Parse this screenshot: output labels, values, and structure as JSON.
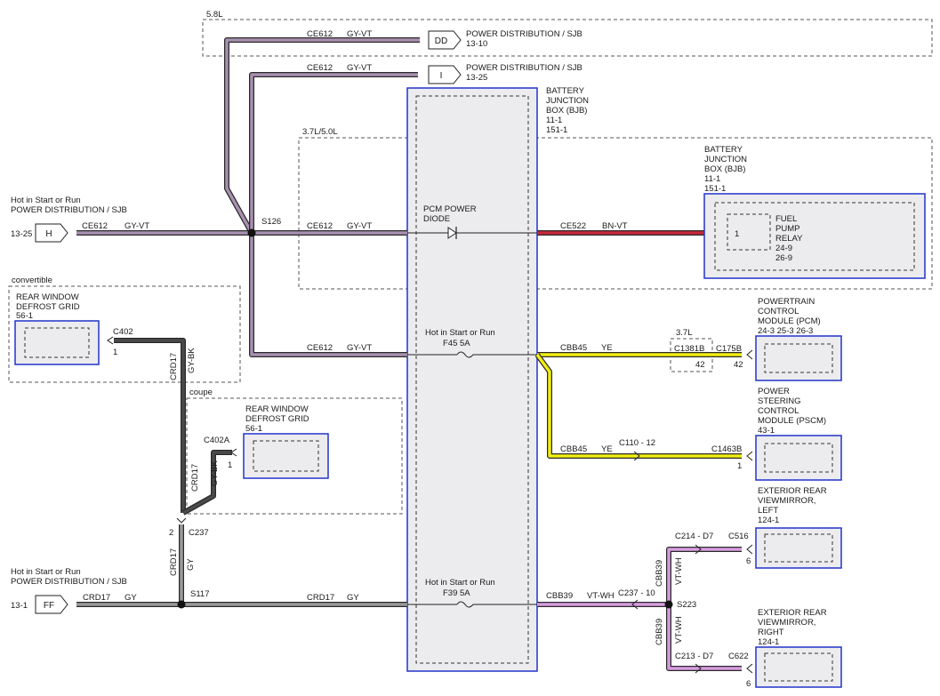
{
  "colors": {
    "gy_vt": "#a890b0",
    "gy": "#9a9a9a",
    "gy_bk": "#4a4a4a",
    "bn_vt": "#c8283c",
    "ye": "#f2ee10",
    "vt_wh": "#d79ce0",
    "module_border": "#2233cc",
    "module_fill": "#ececee"
  },
  "labels": {
    "eng58": "5.8L",
    "eng3750": "3.7L/5.0L",
    "eng37": "3.7L",
    "convertible": "convertible",
    "coupe": "coupe",
    "pd1_name": "POWER DISTRIBUTION / SJB",
    "pd1_ref": "13-10",
    "pd2_name": "POWER DISTRIBUTION / SJB",
    "pd2_ref": "13-25",
    "bjb_l1": "BATTERY",
    "bjb_l2": "JUNCTION",
    "bjb_l3": "BOX (BJB)",
    "bjb_l4": "11-1",
    "bjb_l5": "151-1",
    "bjb2_l1": "BATTERY",
    "bjb2_l2": "JUNCTION",
    "bjb2_l3": "BOX (BJB)",
    "bjb2_l4": "11-1",
    "bjb2_l5": "151-1",
    "relay_l1": "FUEL",
    "relay_l2": "PUMP",
    "relay_l3": "RELAY",
    "relay_l4": "24-9",
    "relay_l5": "26-9",
    "relay_pin": "1",
    "hot1_l1": "Hot in Start or Run",
    "hot1_l2": "POWER DISTRIBUTION / SJB",
    "hot1_ref": "13-25",
    "hot2_l1": "Hot in Start or Run",
    "hot2_l2": "POWER DISTRIBUTION / SJB",
    "hot2_ref": "13-1",
    "w_ce612_a": "CE612",
    "w_gyvt_a": "GY-VT",
    "w_ce612_b": "CE612",
    "w_gyvt_b": "GY-VT",
    "w_ce612_c": "CE612",
    "w_gyvt_c": "GY-VT",
    "w_ce612_d": "CE612",
    "w_gyvt_d": "GY-VT",
    "w_ce612_e": "CE612",
    "w_gyvt_e": "GY-VT",
    "s126": "S126",
    "pcm_diode_l1": "PCM POWER",
    "pcm_diode_l2": "DIODE",
    "w_ce522": "CE522",
    "w_bnvt": "BN-VT",
    "rwd1_l1": "REAR WINDOW",
    "rwd1_l2": "DEFROST GRID",
    "rwd1_l3": "56-1",
    "c402": "C402",
    "c402_pin": "1",
    "crd17_v1": "CRD17",
    "gybk_v1": "GY-BK",
    "rwd2_l1": "REAR WINDOW",
    "rwd2_l2": "DEFROST GRID",
    "rwd2_l3": "56-1",
    "c402a": "C402A",
    "c402a_pin": "1",
    "crd17_v2": "CRD17",
    "gybk_v2": "GY-BK",
    "c237_pin": "2",
    "c237": "C237",
    "crd17_v3": "CRD17",
    "gy_v3": "GY",
    "hot_f45": "Hot in Start or Run",
    "f45": "F45  5A",
    "hot_f39": "Hot in Start or Run",
    "f39": "F39  5A",
    "w_cbb45_a": "CBB45",
    "w_ye_a": "YE",
    "c1381b": "C1381B",
    "c1381b_pin": "42",
    "c175b": "C175B",
    "c175b_pin": "42",
    "pcm_l1": "POWERTRAIN",
    "pcm_l2": "CONTROL",
    "pcm_l3": "MODULE (PCM)",
    "pcm_l4": "24-3   25-3   26-3",
    "pscm_l1": "POWER",
    "pscm_l2": "STEERING",
    "pscm_l3": "CONTROL",
    "pscm_l4": "MODULE (PSCM)",
    "pscm_l5": "43-1",
    "w_cbb45_b": "CBB45",
    "w_ye_b": "YE",
    "c110": "C110 - 12",
    "c1463b": "C1463B",
    "c1463b_pin": "1",
    "erm_l_l1": "EXTERIOR REAR",
    "erm_l_l2": "VIEWMIRROR,",
    "erm_l_l3": "LEFT",
    "erm_l_l4": "124-1",
    "c214": "C214 - D7",
    "c516": "C516",
    "c516_pin": "6",
    "cbb39_v1": "CBB39",
    "vtwh_v1": "VT-WH",
    "s223": "S223",
    "cbb39_v2": "CBB39",
    "vtwh_v2": "VT-WH",
    "erm_r_l1": "EXTERIOR REAR",
    "erm_r_l2": "VIEWMIRROR,",
    "erm_r_l3": "RIGHT",
    "erm_r_l4": "124-1",
    "c213": "C213 - D7",
    "c622": "C622",
    "c622_pin": "6",
    "w_cbb39": "CBB39",
    "w_vtwh": "VT-WH",
    "c237_10": "C237 - 10",
    "crd17_gy_a": "CRD17",
    "gy_a": "GY",
    "s117": "S117",
    "crd17_gy_b": "CRD17",
    "gy_b": "GY"
  },
  "connectors": {
    "dd": "DD",
    "i": "I",
    "h": "H",
    "ff": "FF"
  }
}
